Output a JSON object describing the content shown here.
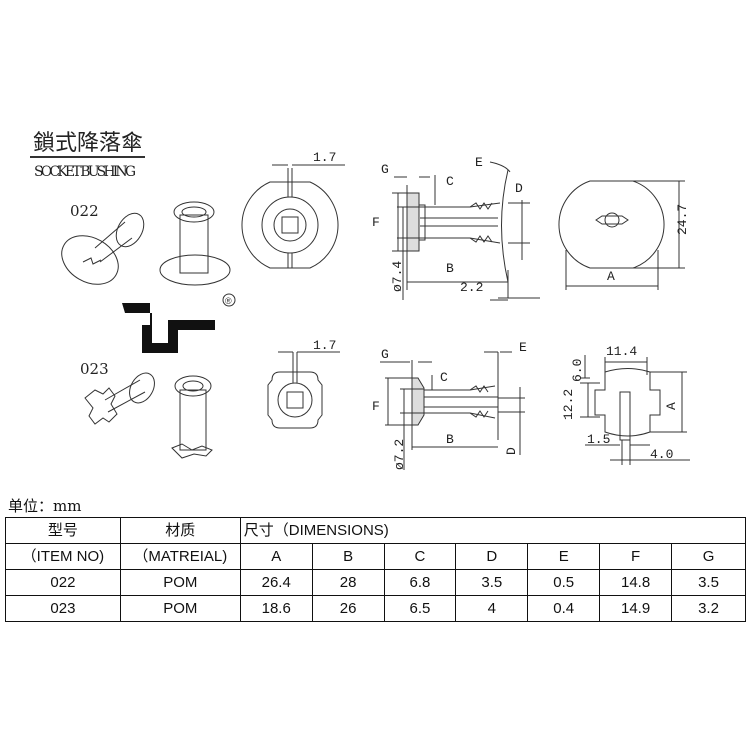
{
  "title_cn": "鎖式降落傘",
  "title_en": "SOCKET BUSHING",
  "brand_mark": "®",
  "items": [
    {
      "label": "022",
      "dims": {
        "slot": "1.7",
        "G": "G",
        "C": "C",
        "E": "E",
        "D": "D",
        "F": "F",
        "B": "B",
        "A": "A",
        "dia": "ø7.4",
        "tip": "2.2",
        "height": "24.7"
      }
    },
    {
      "label": "023",
      "dims": {
        "slot": "1.7",
        "G": "G",
        "C": "C",
        "E": "E",
        "D": "D",
        "F": "F",
        "B": "B",
        "A": "A",
        "dia": "ø7.2",
        "w1": "11.4",
        "h1": "6.0",
        "h2": "12.2",
        "w2": "1.5",
        "w3": "4.0"
      }
    }
  ],
  "unit_label": "单位：mm",
  "table": {
    "h_item_cn": "型号",
    "h_item_en": "（ITEM NO)",
    "h_mat_cn": "材质",
    "h_mat_en": "（MATREIAL)",
    "h_dims": "尺寸（DIMENSIONS)",
    "columns": [
      "A",
      "B",
      "C",
      "D",
      "E",
      "F",
      "G"
    ],
    "rows": [
      {
        "item": "022",
        "material": "POM",
        "values": [
          "26.4",
          "28",
          "6.8",
          "3.5",
          "0.5",
          "14.8",
          "3.5"
        ]
      },
      {
        "item": "023",
        "material": "POM",
        "values": [
          "18.6",
          "26",
          "6.5",
          "4",
          "0.4",
          "14.9",
          "3.2"
        ]
      }
    ]
  }
}
